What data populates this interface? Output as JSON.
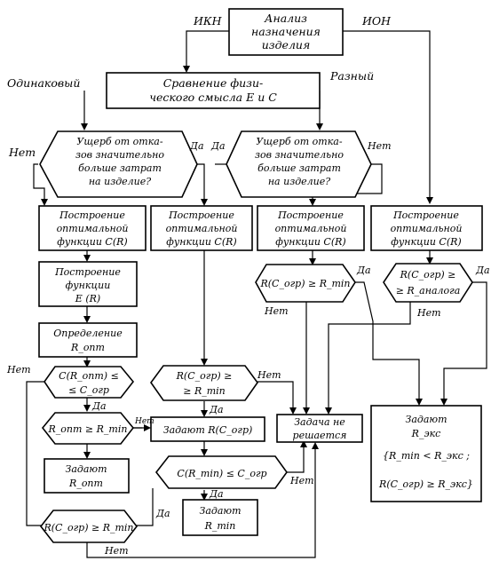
{
  "nodes": {
    "analysis": [
      "Анализ",
      "назначения",
      "изделия"
    ],
    "compare": [
      "Сравнение физи-",
      "ческого смысла E и C"
    ],
    "damage_left": [
      "Ущерб от отка-",
      "зов значительно",
      "больше затрат",
      "на изделие?"
    ],
    "damage_right": [
      "Ущерб от отка-",
      "зов значительно",
      "больше затрат",
      "на изделие?"
    ],
    "build_c1": [
      "Построение",
      "оптимальной",
      "функции C(R)"
    ],
    "build_c2": [
      "Построение",
      "оптимальной",
      "функции C(R)"
    ],
    "build_c3": [
      "Построение",
      "оптимальной",
      "функции C(R)"
    ],
    "build_c4": [
      "Построение",
      "оптимальной",
      "функции C(R)"
    ],
    "build_e": [
      "Построение",
      "функции",
      "E (R)"
    ],
    "define_ropt": [
      "Определение",
      "R_опт"
    ],
    "cond_c_ropt": [
      "C(R_опт) ≤",
      "≤ C_огр"
    ],
    "cond_ropt_rmin": [
      "R_опт ≥ R_min"
    ],
    "set_ropt": [
      "Задают",
      "R_опт"
    ],
    "cond_rcogr_left": [
      "R(C_огр) ≥ R_min"
    ],
    "cond_rcogr_mid": [
      "R(C_огр) ≥",
      "≥ R_min"
    ],
    "set_rcogr": [
      "Задают R(C_огр)"
    ],
    "cond_crmin": [
      "C(R_min) ≤ C_огр"
    ],
    "set_rmin": [
      "Задают",
      "R_min"
    ],
    "cond_r3": [
      "R(C_огр) ≥ R_min"
    ],
    "cond_r4": [
      "R(C_огр) ≥",
      "≥ R_аналога"
    ],
    "unsolvable": [
      "Задача не",
      "решается"
    ],
    "set_rexp": [
      "Задают",
      "R_экс",
      "{R_min < R_экс ;",
      "R(C_огр) ≥ R_экс}"
    ]
  },
  "labels": {
    "ikn": "ИКН",
    "ion": "ИОН",
    "same": "Одинаковый",
    "different": "Разный",
    "yes": "Да",
    "no": "Нет"
  }
}
